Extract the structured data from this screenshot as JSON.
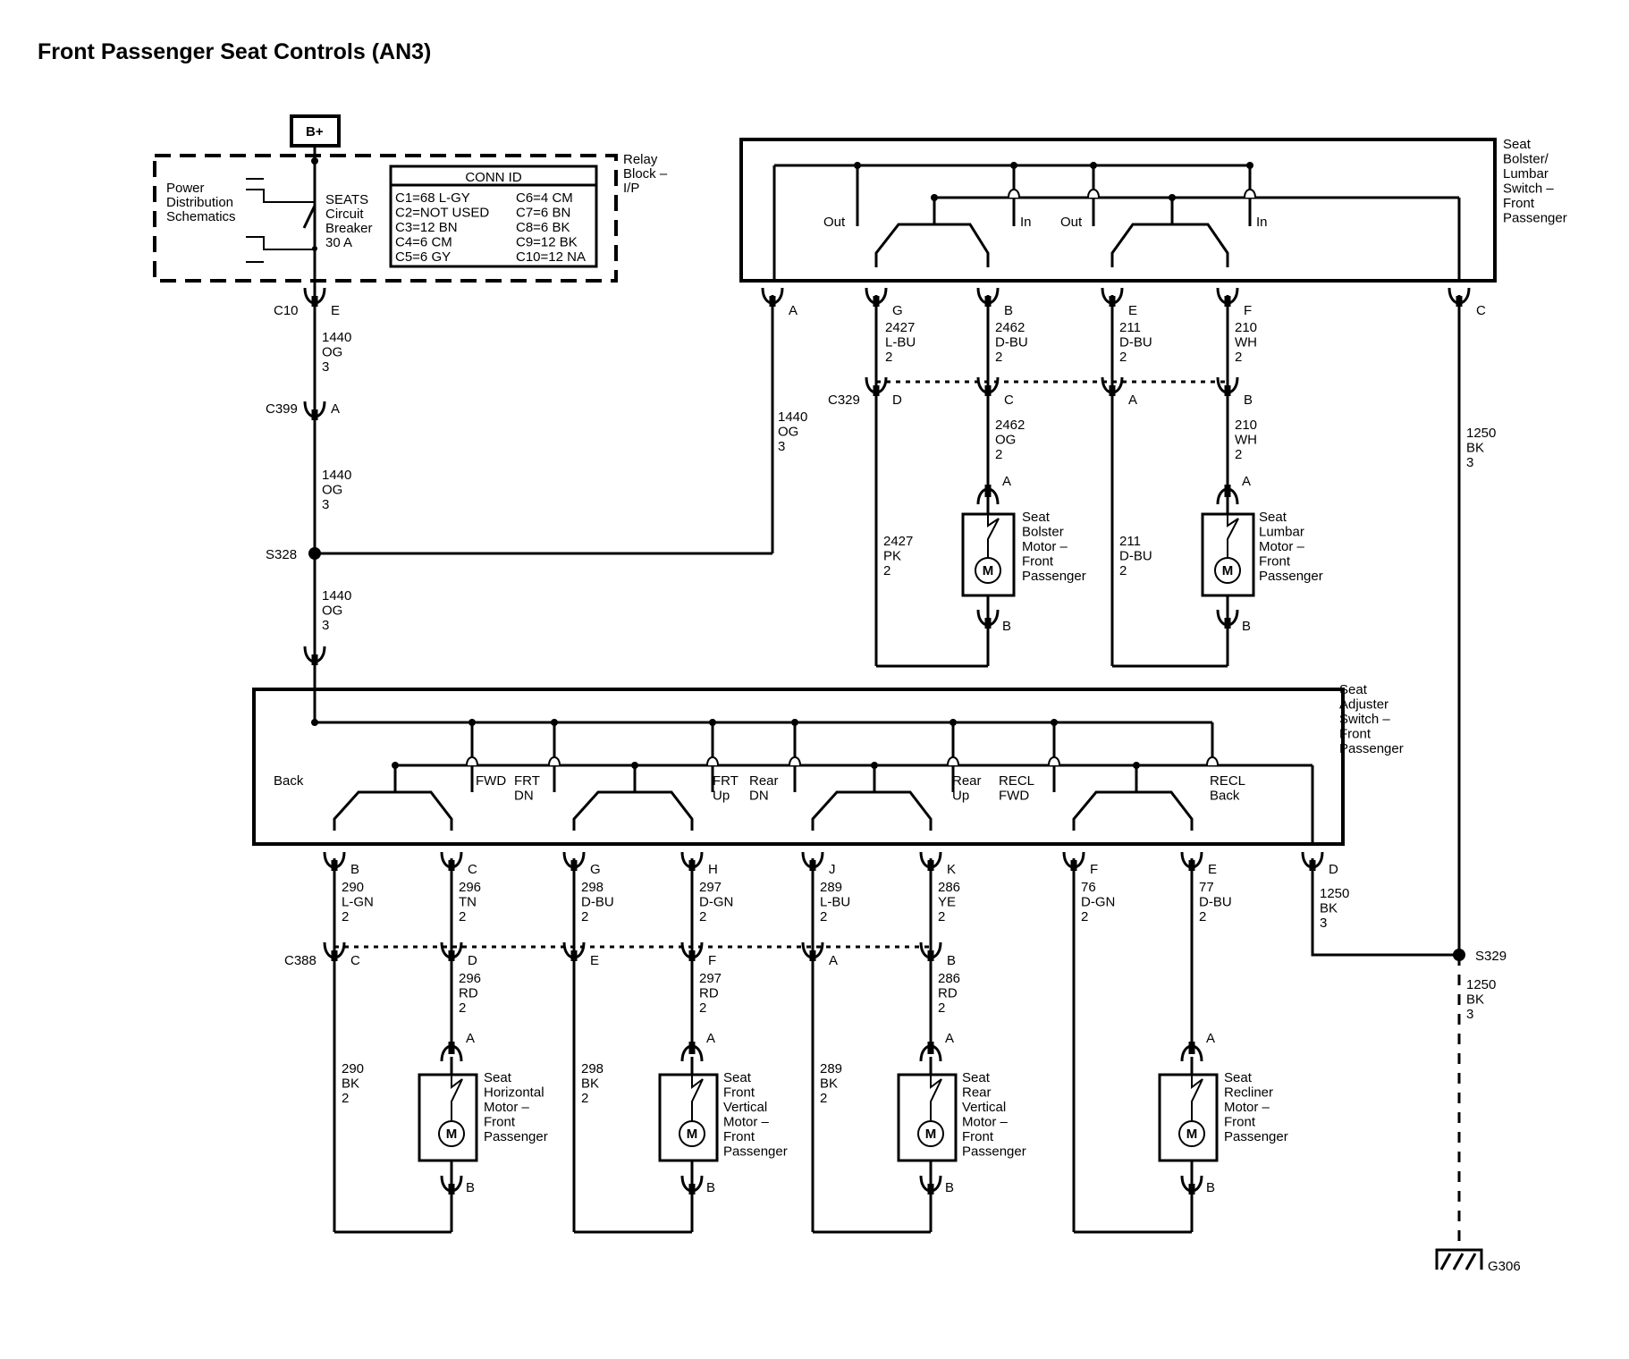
{
  "title": "Front Passenger Seat Controls (AN3)",
  "power": {
    "source": "B+",
    "schematic_ref": [
      "Power",
      "Distribution",
      "Schematics"
    ],
    "fuse": [
      "SEATS",
      "Circuit",
      "Breaker",
      "30 A"
    ],
    "block_label": [
      "Relay",
      "Block –",
      "I/P"
    ],
    "conn_id": {
      "header": "CONN ID",
      "rows": [
        [
          "C1=68 L-GY",
          "C6=4 CM"
        ],
        [
          "C2=NOT USED",
          "C7=6 BN"
        ],
        [
          "C3=12 BN",
          "C8=6 BK"
        ],
        [
          "C4=6 CM",
          "C9=12 BK"
        ],
        [
          "C5=6 GY",
          "C10=12 NA"
        ]
      ]
    }
  },
  "connectors": {
    "c10": "C10",
    "c10_pin": "E",
    "c399": "C399",
    "c399_pin": "A",
    "c329": "C329",
    "c388": "C388"
  },
  "splices": {
    "s328": "S328",
    "s329": "S329"
  },
  "ground": "G306",
  "wires": {
    "w1440": [
      "1440",
      "OG",
      "3"
    ],
    "w1250": [
      "1250",
      "BK",
      "3"
    ],
    "w2427a": [
      "2427",
      "L-BU",
      "2"
    ],
    "w2462a": [
      "2462",
      "D-BU",
      "2"
    ],
    "w211": [
      "211",
      "D-BU",
      "2"
    ],
    "w210": [
      "210",
      "WH",
      "2"
    ],
    "w2462b": [
      "2462",
      "OG",
      "2"
    ],
    "w2427b": [
      "2427",
      "PK",
      "2"
    ],
    "w290a": [
      "290",
      "L-GN",
      "2"
    ],
    "w296a": [
      "296",
      "TN",
      "2"
    ],
    "w298a": [
      "298",
      "D-BU",
      "2"
    ],
    "w297a": [
      "297",
      "D-GN",
      "2"
    ],
    "w289a": [
      "289",
      "L-BU",
      "2"
    ],
    "w286a": [
      "286",
      "YE",
      "2"
    ],
    "w76": [
      "76",
      "D-GN",
      "2"
    ],
    "w77": [
      "77",
      "D-BU",
      "2"
    ],
    "w296b": [
      "296",
      "RD",
      "2"
    ],
    "w297b": [
      "297",
      "RD",
      "2"
    ],
    "w286b": [
      "286",
      "RD",
      "2"
    ],
    "w290b": [
      "290",
      "BK",
      "2"
    ],
    "w298b": [
      "298",
      "BK",
      "2"
    ],
    "w289b": [
      "289",
      "BK",
      "2"
    ]
  },
  "bolster_switch": {
    "label": [
      "Seat",
      "Bolster/",
      "Lumbar",
      "Switch –",
      "Front",
      "Passenger"
    ],
    "pos_out": "Out",
    "pos_in": "In"
  },
  "adjuster_switch": {
    "label": [
      "Seat",
      "Adjuster",
      "Switch –",
      "Front",
      "Passenger"
    ],
    "positions": {
      "back": "Back",
      "fwd": "FWD",
      "frt_dn": [
        "FRT",
        "DN"
      ],
      "frt_up": [
        "FRT",
        "Up"
      ],
      "rear_dn": [
        "Rear",
        "DN"
      ],
      "rear_up": [
        "Rear",
        "Up"
      ],
      "recl_fwd": [
        "RECL",
        "FWD"
      ],
      "recl_back": [
        "RECL",
        "Back"
      ]
    }
  },
  "pins": {
    "A": "A",
    "B": "B",
    "C": "C",
    "D": "D",
    "E": "E",
    "F": "F",
    "G": "G",
    "H": "H",
    "J": "J",
    "K": "K"
  },
  "motors": {
    "symbol": "M",
    "bolster": [
      "Seat",
      "Bolster",
      "Motor –",
      "Front",
      "Passenger"
    ],
    "lumbar": [
      "Seat",
      "Lumbar",
      "Motor –",
      "Front",
      "Passenger"
    ],
    "horizontal": [
      "Seat",
      "Horizontal",
      "Motor –",
      "Front",
      "Passenger"
    ],
    "front_vertical": [
      "Seat",
      "Front",
      "Vertical",
      "Motor –",
      "Front",
      "Passenger"
    ],
    "rear_vertical": [
      "Seat",
      "Rear",
      "Vertical",
      "Motor –",
      "Front",
      "Passenger"
    ],
    "recliner": [
      "Seat",
      "Recliner",
      "Motor –",
      "Front",
      "Passenger"
    ]
  }
}
